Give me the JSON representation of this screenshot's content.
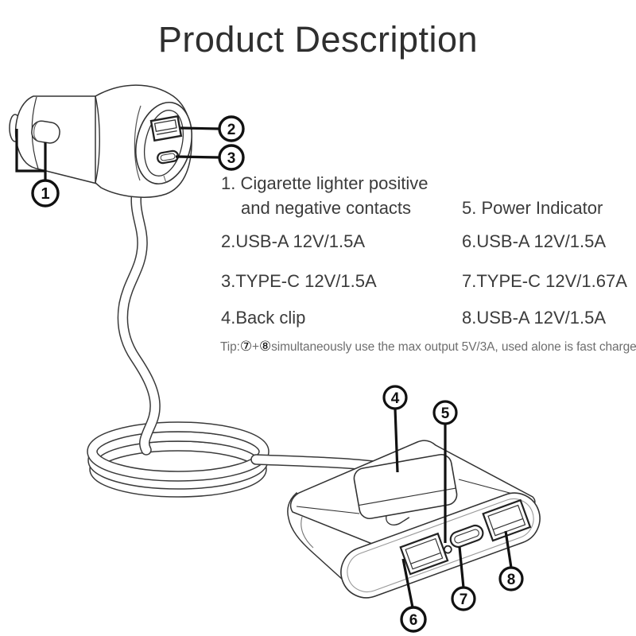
{
  "title": "Product Description",
  "legend": {
    "left": [
      "1. Cigarette lighter positive",
      "and negative contacts",
      "2.USB-A 12V/1.5A",
      "3.TYPE-C 12V/1.5A",
      "4.Back clip"
    ],
    "right": [
      "5. Power Indicator",
      "6.USB-A 12V/1.5A",
      "7.TYPE-C 12V/1.67A",
      "8.USB-A 12V/1.5A"
    ]
  },
  "tip": {
    "label": "Tip:",
    "port7": "⑦",
    "plus": "+",
    "port8": "⑧",
    "text": "simultaneously use the max output 5V/3A, used alone is fast charge"
  },
  "callouts": {
    "c1": "1",
    "c2": "2",
    "c3": "3",
    "c4": "4",
    "c5": "5",
    "c6": "6",
    "c7": "7",
    "c8": "8"
  },
  "colors": {
    "line_art": "#333333",
    "callout": "#111111",
    "text": "#3b3b3b",
    "tip_text": "#6e6e6e",
    "background": "#ffffff"
  }
}
